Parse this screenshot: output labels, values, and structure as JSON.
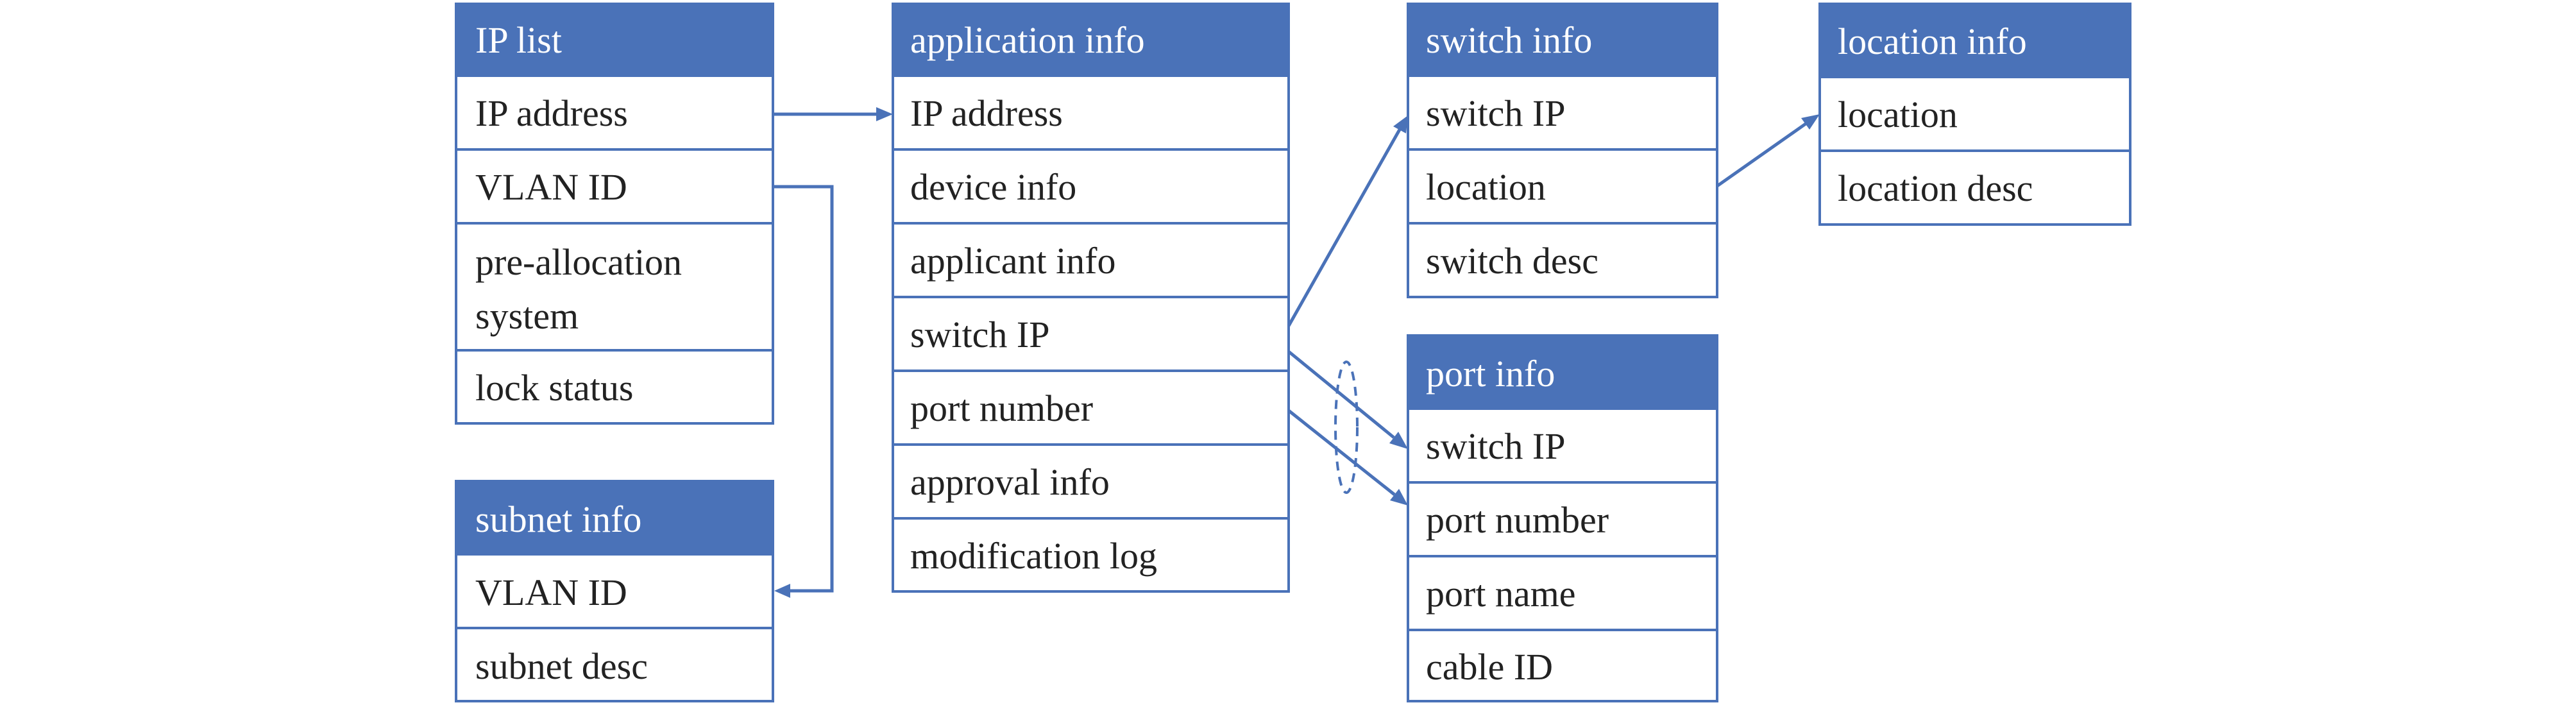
{
  "tables": {
    "ip_list": {
      "title": "IP list",
      "fields": [
        "IP address",
        "VLAN ID",
        [
          "pre-allocation",
          "system"
        ],
        "lock status"
      ]
    },
    "subnet_info": {
      "title": "subnet info",
      "fields": [
        "VLAN ID",
        "subnet desc"
      ]
    },
    "application_info": {
      "title": "application info",
      "fields": [
        "IP address",
        "device info",
        "applicant info",
        "switch IP",
        "port number",
        "approval info",
        "modification log"
      ]
    },
    "switch_info": {
      "title": "switch info",
      "fields": [
        "switch IP",
        "location",
        "switch desc"
      ]
    },
    "port_info": {
      "title": "port info",
      "fields": [
        "switch IP",
        "port number",
        "port name",
        "cable ID"
      ]
    },
    "location_info": {
      "title": "location info",
      "fields": [
        "location",
        "location desc"
      ]
    }
  },
  "colors": {
    "accent": "#4a72b8",
    "text": "#222222",
    "header_text": "#ffffff"
  }
}
